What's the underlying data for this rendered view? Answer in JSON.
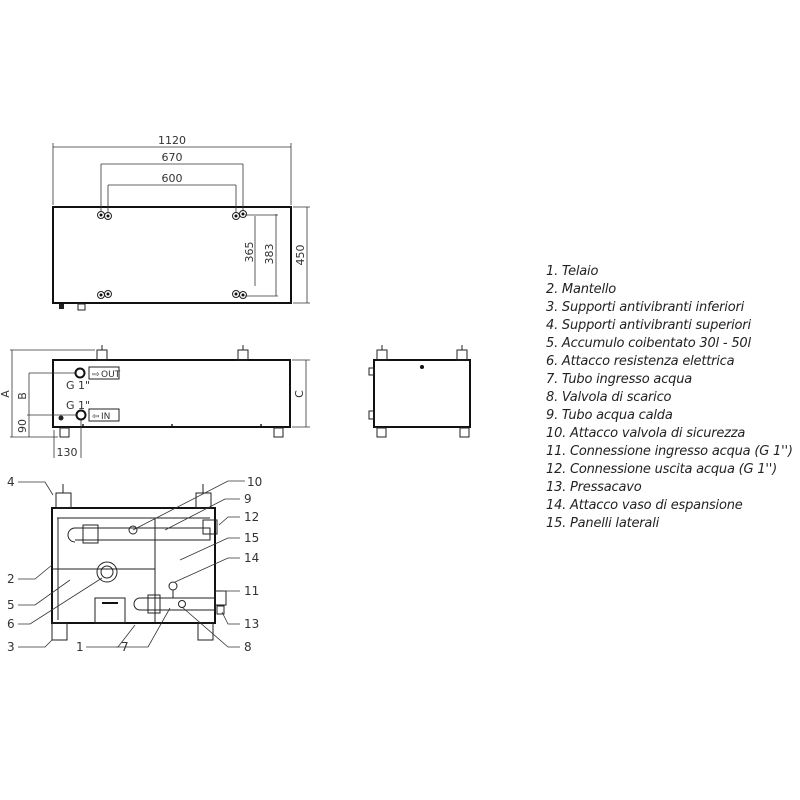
{
  "top_view": {
    "dimensions": {
      "overall_length": "1120",
      "support_outer": "670",
      "support_inner": "600",
      "inner_depth": "365",
      "outer_depth": "383",
      "overall_depth": "450"
    }
  },
  "front_view": {
    "dimensions": {
      "height_a": "A",
      "height_b": "B",
      "height_c": "C",
      "bottom_90": "90",
      "side_130": "130"
    },
    "connections": {
      "out_thread": "G 1\"",
      "out_label": "OUT",
      "in_thread": "G 1\"",
      "in_label": "IN"
    }
  },
  "section_view": {
    "callouts": [
      "1",
      "2",
      "3",
      "4",
      "5",
      "6",
      "7",
      "8",
      "9",
      "10",
      "11",
      "12",
      "13",
      "14",
      "15"
    ]
  },
  "legend": [
    "1. Telaio",
    "2. Mantello",
    "3. Supporti antivibranti inferiori",
    "4. Supporti antivibranti superiori",
    "5. Accumulo coibentato 30l - 50l",
    "6. Attacco resistenza elettrica",
    "7. Tubo ingresso acqua",
    "8. Valvola di scarico",
    "9. Tubo acqua calda",
    "10. Attacco valvola di sicurezza",
    "11. Connessione ingresso acqua (G 1'')",
    "12. Connessione uscita acqua (G 1'')",
    "13. Pressacavo",
    "14. Attacco vaso di espansione",
    "15. Panelli laterali"
  ]
}
